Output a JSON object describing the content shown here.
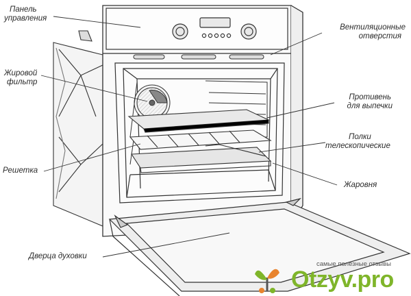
{
  "labels": {
    "control_panel": [
      "Панель",
      "управления"
    ],
    "grease_filter": [
      "Жировой",
      "фильтр"
    ],
    "grill": [
      "Решетка"
    ],
    "door": [
      "Дверца духовки"
    ],
    "vents": [
      "Вентиляционные",
      "отверстия"
    ],
    "baking_tray": [
      "Противень",
      "для выпечки"
    ],
    "shelves": [
      "Полки",
      "телескопические"
    ],
    "roaster": [
      "Жаровня"
    ]
  },
  "watermark": {
    "tagline": "самые полезные отзывы",
    "brand": "Otzyv.pro",
    "icon": "sprout-icon",
    "color": "#7fb52a"
  }
}
